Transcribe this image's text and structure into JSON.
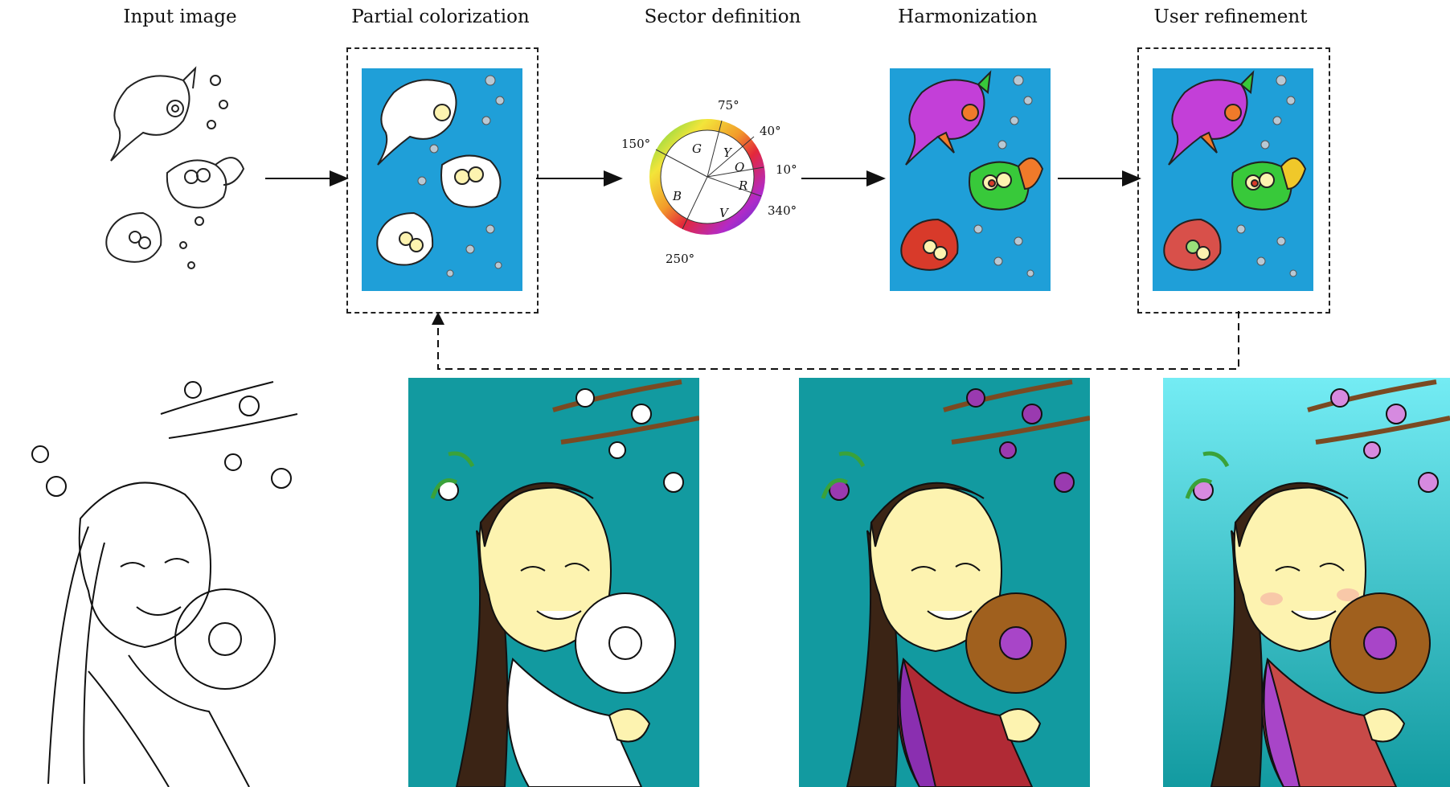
{
  "stages": [
    {
      "label": "Input image"
    },
    {
      "label": "Partial colorization"
    },
    {
      "label": "Sector definition"
    },
    {
      "label": "Harmonization"
    },
    {
      "label": "User refinement"
    }
  ],
  "color_wheel": {
    "angle_labels": [
      "75°",
      "40°",
      "10°",
      "340°",
      "250°",
      "150°"
    ],
    "sector_labels": [
      "G",
      "Y",
      "O",
      "R",
      "V",
      "B"
    ]
  },
  "colors": {
    "sea_blue": "#1f9fd8",
    "teal": "#129aa0",
    "fish_magenta": "#c33fd8",
    "fish_green": "#38c93a",
    "fish_red": "#d83a2a",
    "skin": "#fdf3b0",
    "hair": "#3b2415",
    "kimono_red": "#b02a35",
    "sky_light": "#74ecf4"
  }
}
